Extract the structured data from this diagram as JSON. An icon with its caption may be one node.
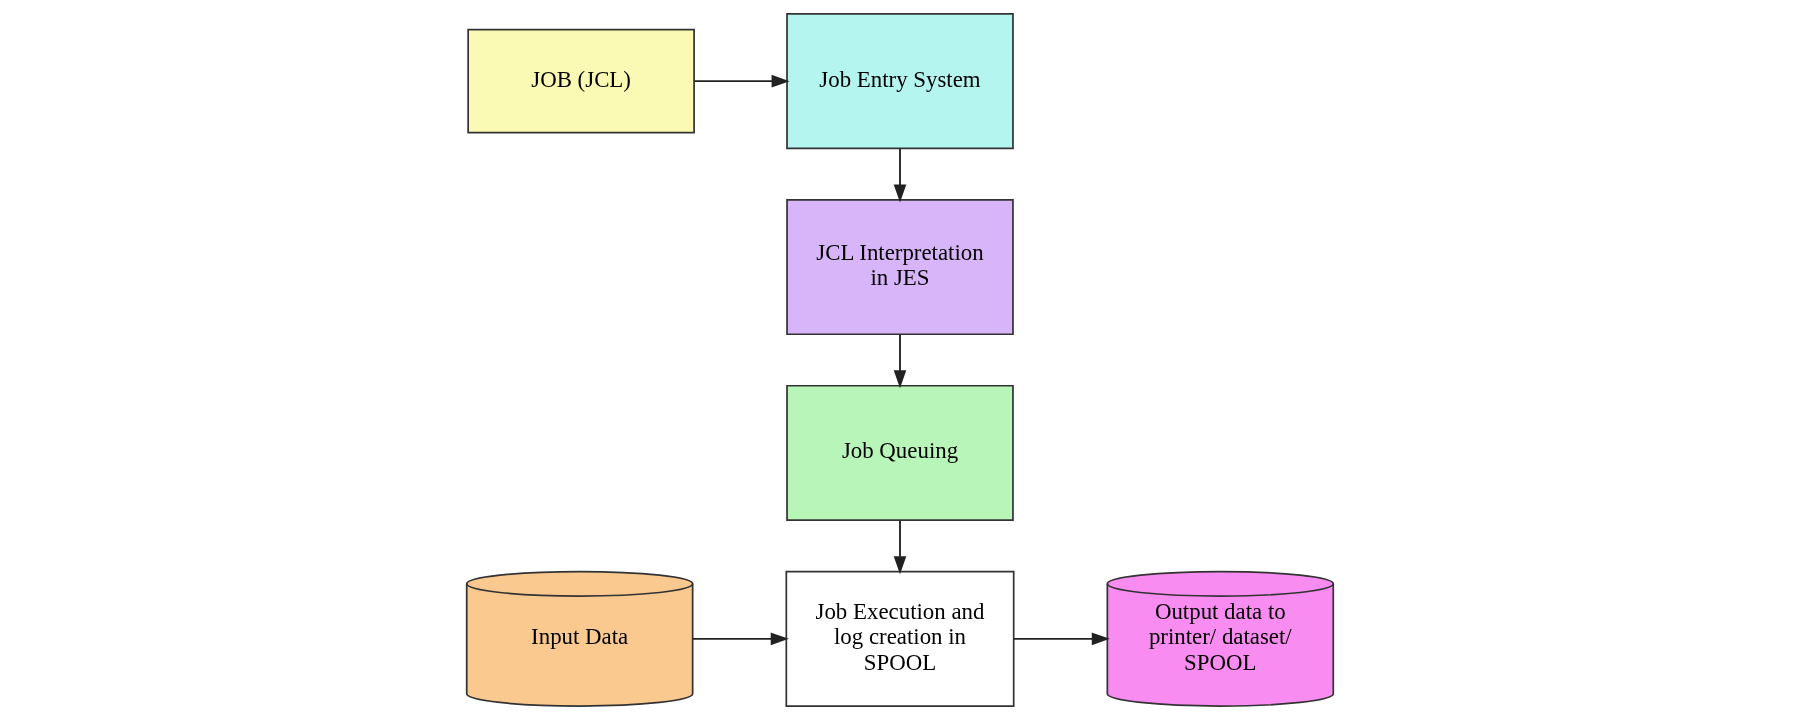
{
  "diagram": {
    "nodes": [
      {
        "text": [
          "JOB (JCL)"
        ]
      },
      {
        "text": [
          "Job Entry System"
        ]
      },
      {
        "text": [
          "JCL Interpretation in JES"
        ]
      },
      {
        "text": [
          "Job Queuing"
        ]
      },
      {
        "text": [
          "Input Data"
        ]
      },
      {
        "text": [
          "Job Execution and log creation in SPOOL"
        ]
      },
      {
        "text": [
          "Output data to printer/ dataset/ SPOOL"
        ]
      }
    ],
    "edges": [
      {
        "from": 0,
        "to": 1,
        "arrow": "to"
      },
      {
        "from": 1,
        "to": 2,
        "arrow": "to"
      },
      {
        "from": 2,
        "to": 3,
        "arrow": "to"
      },
      {
        "from": 3,
        "to": 5,
        "arrow": "to"
      },
      {
        "from": 4,
        "to": 5,
        "arrow": "to"
      },
      {
        "from": 5,
        "to": 6,
        "arrow": "to"
      }
    ]
  }
}
